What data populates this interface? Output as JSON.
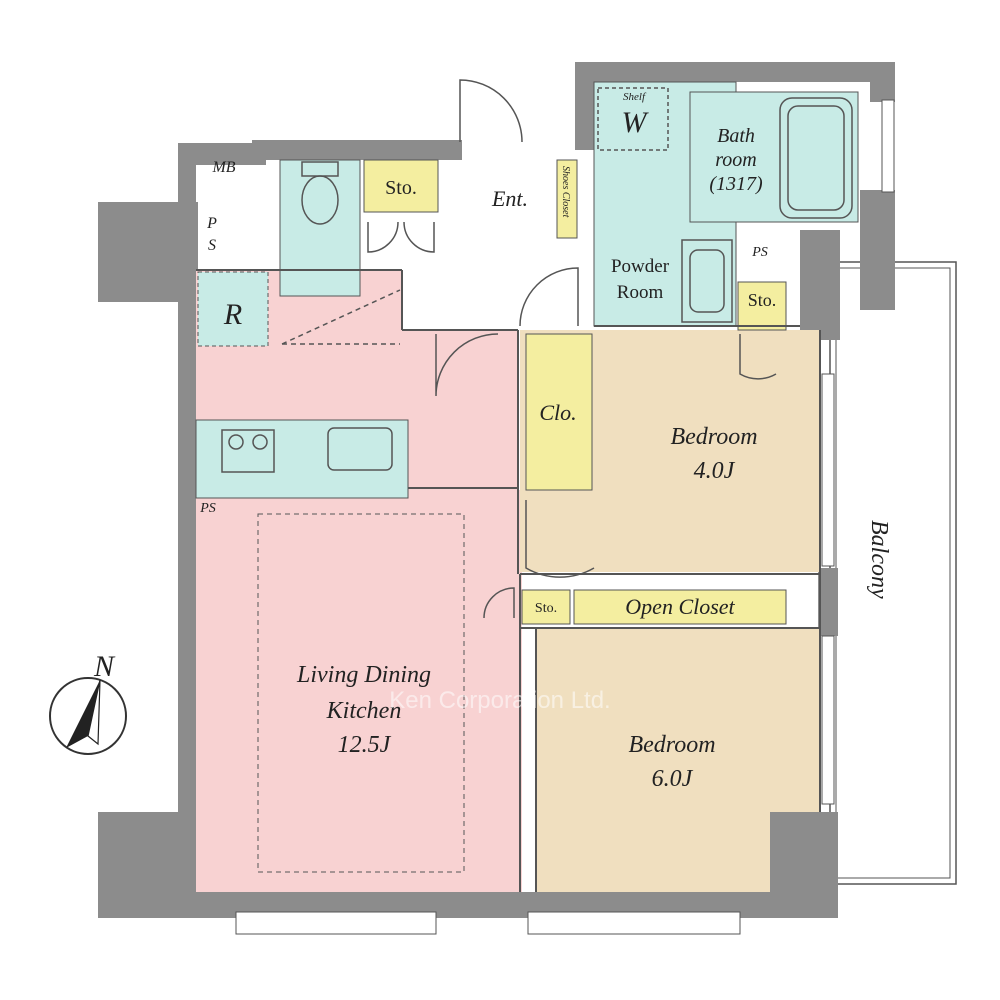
{
  "rooms": {
    "ldk": {
      "name1": "Living Dining",
      "name2": "Kitchen",
      "size": "12.5J"
    },
    "bedroom1": {
      "name": "Bedroom",
      "size": "4.0J"
    },
    "bedroom2": {
      "name": "Bedroom",
      "size": "6.0J"
    },
    "bath": {
      "name1": "Bath",
      "name2": "room",
      "size": "(1317)"
    },
    "powder": {
      "name1": "Powder",
      "name2": "Room"
    },
    "entrance": "Ent.",
    "shoes_closet": "Shoes Closet",
    "closet": "Clo.",
    "open_closet": "Open Closet",
    "storage": "Sto.",
    "wic_shelf": "Shelf",
    "wic": "W",
    "refrigerator": "R",
    "balcony": "Balcony"
  },
  "utility": {
    "mb": "MB",
    "ps": "PS",
    "ps_vertical": [
      "P",
      "S"
    ]
  },
  "compass": {
    "label": "N"
  },
  "watermark": "Ken Corporation Ltd.",
  "colors": {
    "wall": "#8c8c8c",
    "ldk": "#f8d2d2",
    "bedroom": "#f0dfbf",
    "wet": "#c8ebe6",
    "storage": "#f4eea0",
    "background": "#ffffff"
  }
}
